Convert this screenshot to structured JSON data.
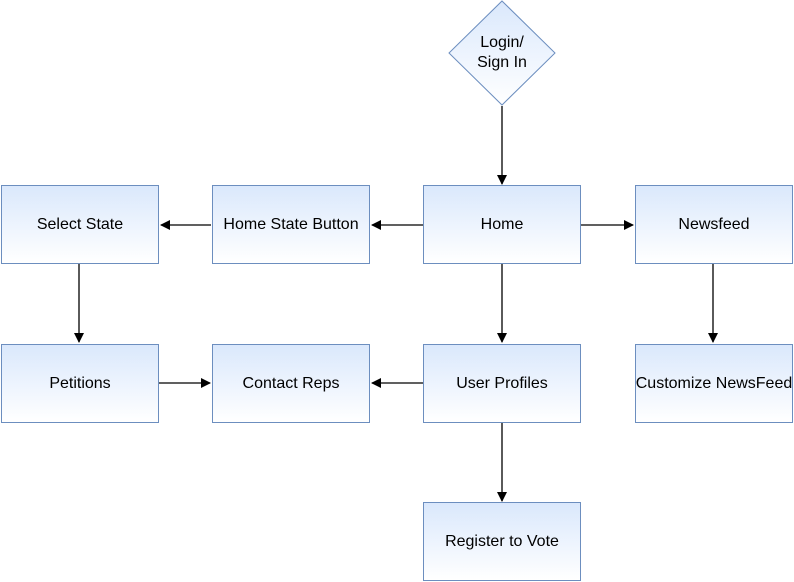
{
  "diagram": {
    "nodes": {
      "login": {
        "line1": "Login/",
        "line2": "Sign In"
      },
      "home": "Home",
      "home_state_button": "Home State Button",
      "select_state": "Select State",
      "newsfeed": "Newsfeed",
      "customize_newsfeed": "Customize NewsFeed",
      "petitions": "Petitions",
      "contact_reps": "Contact Reps",
      "user_profiles": "User Profiles",
      "register_to_vote": "Register to Vote"
    },
    "edges": [
      {
        "from": "login",
        "to": "home"
      },
      {
        "from": "home",
        "to": "home_state_button"
      },
      {
        "from": "home_state_button",
        "to": "select_state"
      },
      {
        "from": "home",
        "to": "newsfeed"
      },
      {
        "from": "select_state",
        "to": "petitions"
      },
      {
        "from": "home",
        "to": "user_profiles"
      },
      {
        "from": "newsfeed",
        "to": "customize_newsfeed"
      },
      {
        "from": "petitions",
        "to": "contact_reps"
      },
      {
        "from": "user_profiles",
        "to": "contact_reps"
      },
      {
        "from": "user_profiles",
        "to": "register_to_vote"
      }
    ],
    "colors": {
      "fill_top": "#dae8fc",
      "fill_bottom": "#ffffff",
      "stroke": "#6c8ebf",
      "connector": "#000000"
    }
  }
}
